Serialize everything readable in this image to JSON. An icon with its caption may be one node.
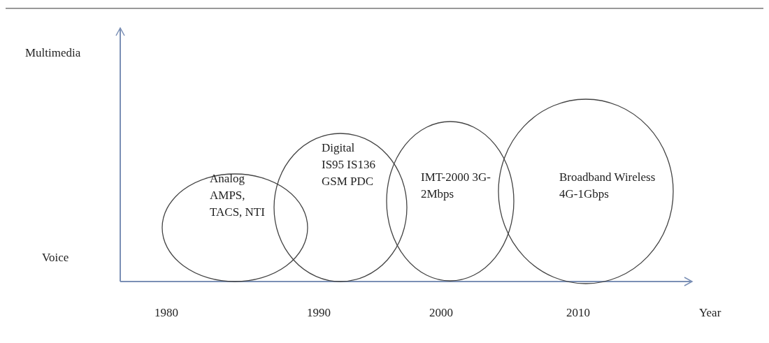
{
  "diagram": {
    "nodes": [
      {
        "text": [
          "Analog AMPS, TACS, NTI"
        ]
      },
      {
        "text": [
          "Digital IS95 IS136 GSM PDC"
        ]
      },
      {
        "text": [
          "IMT-2000 3G-2Mbps"
        ]
      },
      {
        "text": [
          "Broadband Wireless 4G-1Gbps"
        ]
      }
    ],
    "edges": [],
    "labels": [
      "Multimedia",
      "Voice",
      "1980",
      "1990",
      "2000",
      "2010",
      "Year"
    ]
  }
}
